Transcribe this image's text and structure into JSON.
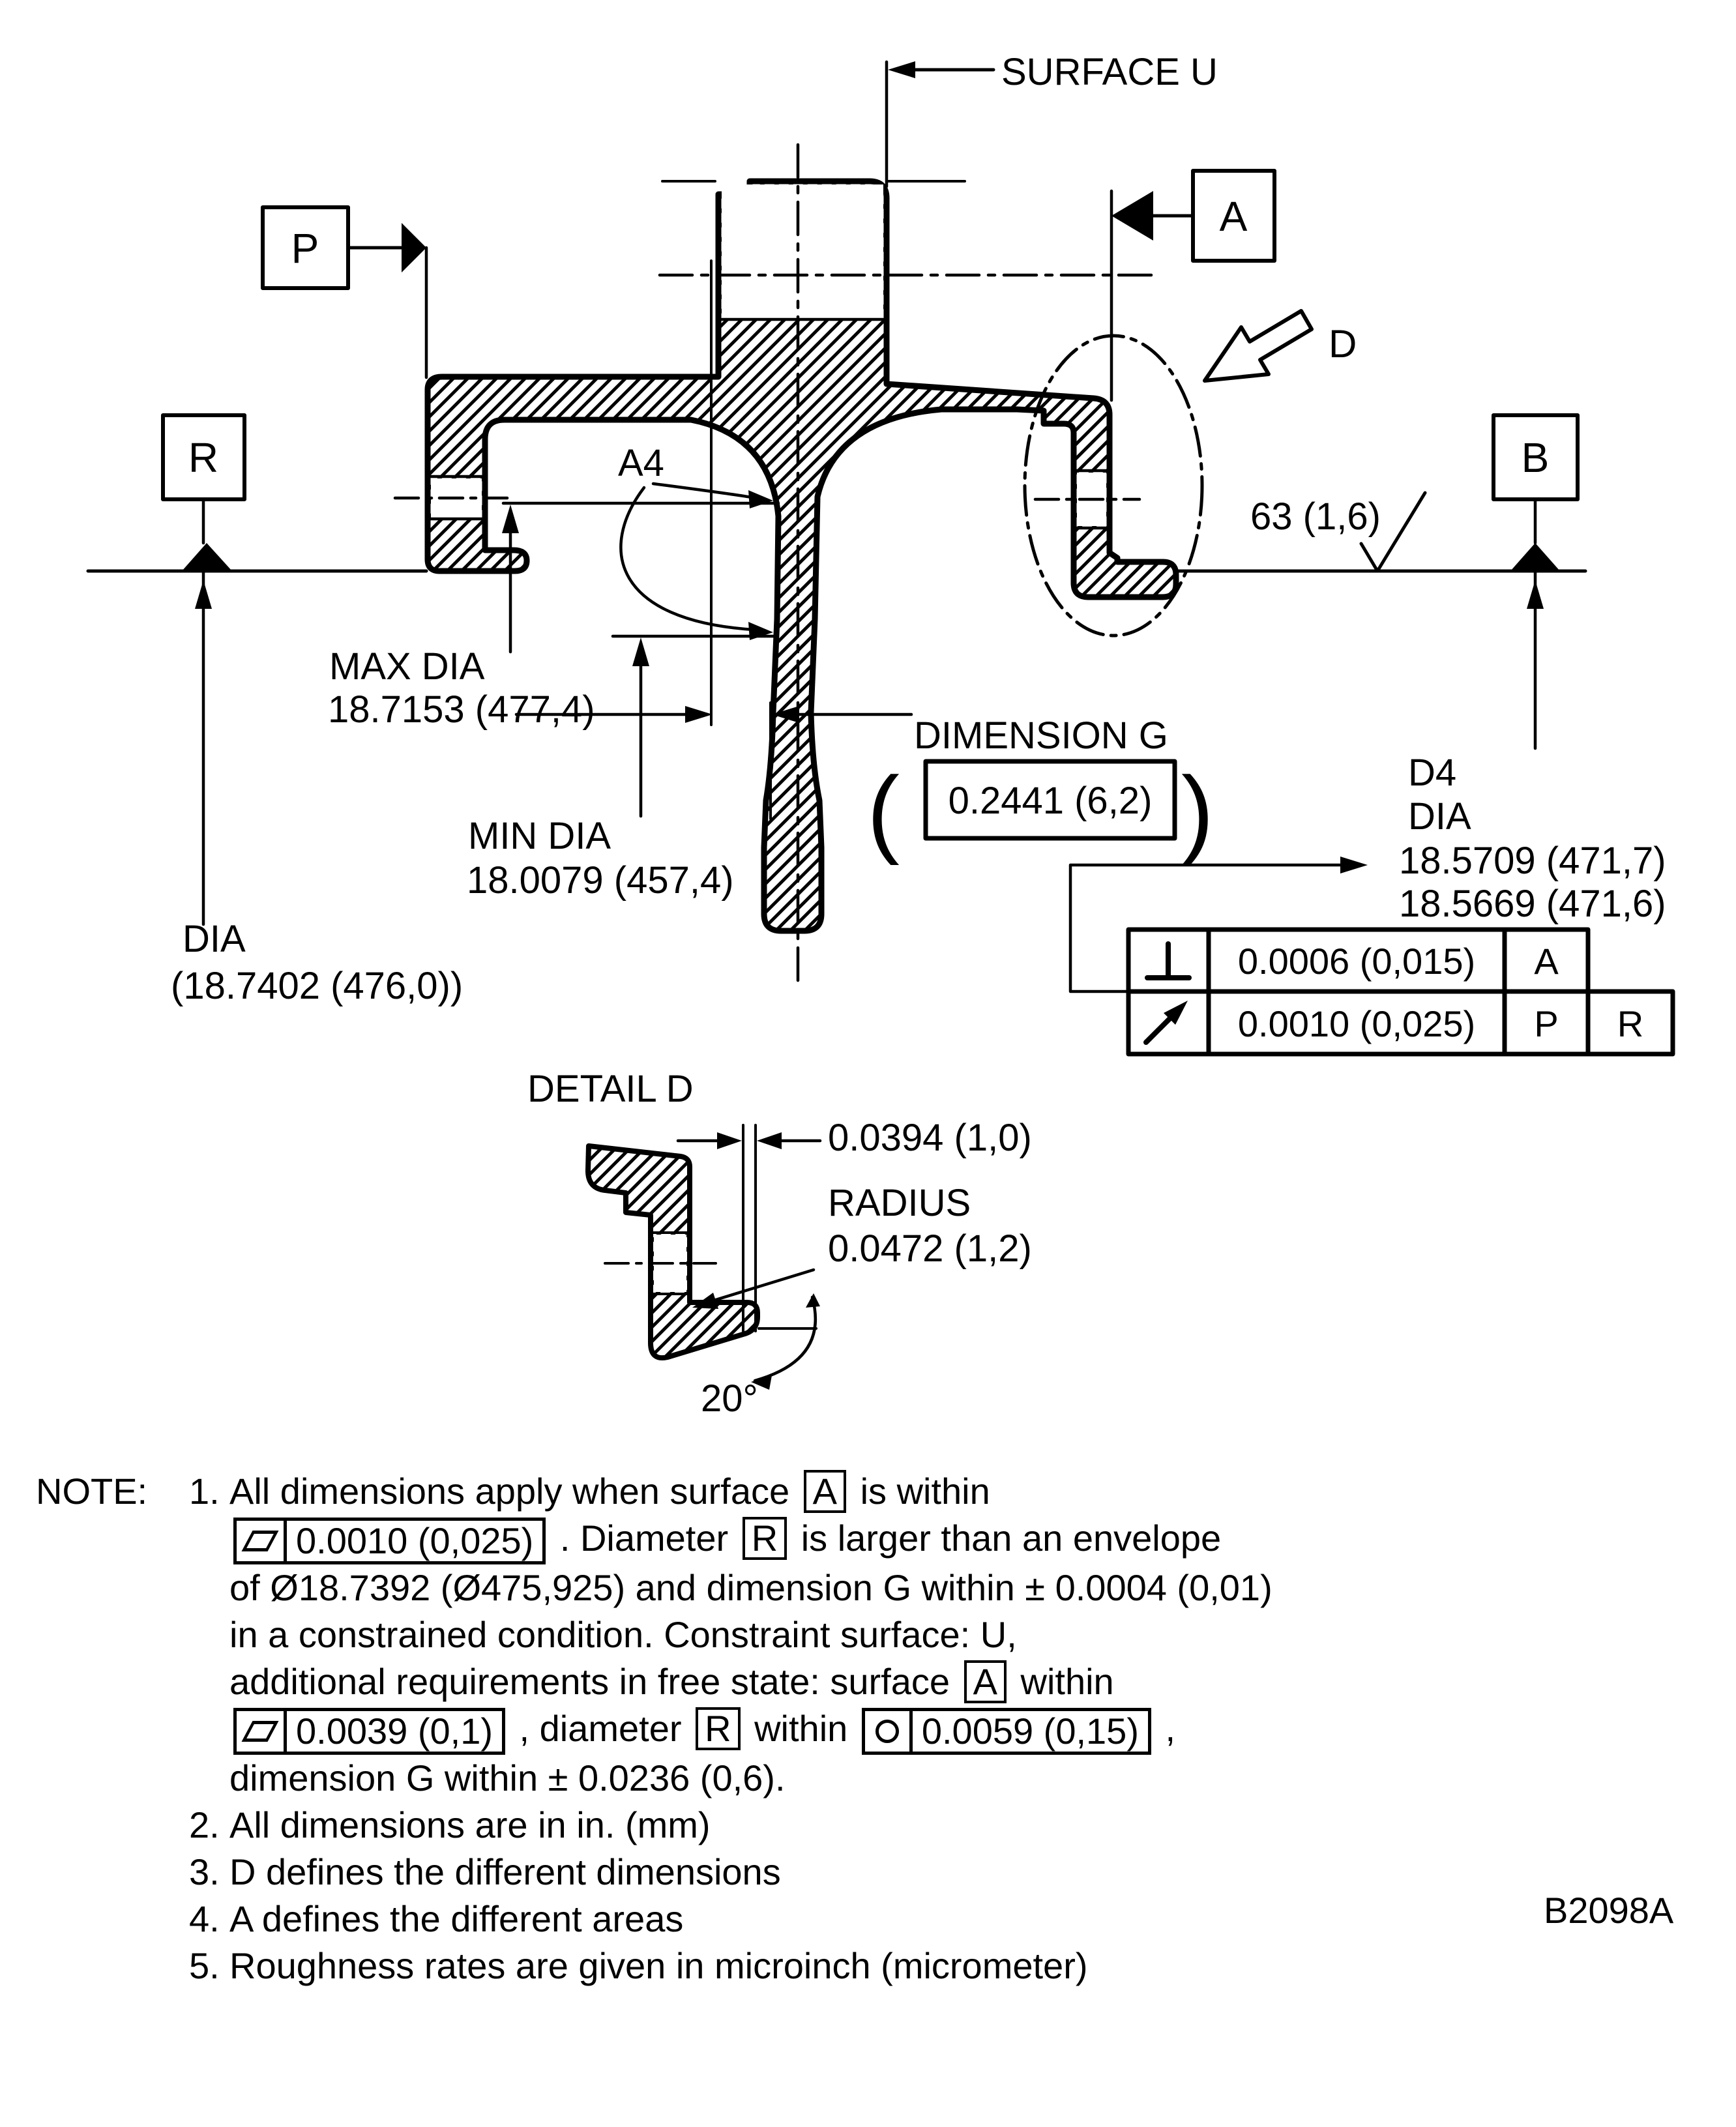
{
  "page": {
    "background": "#ffffff",
    "ink": "#000000"
  },
  "labels": {
    "surface_u": "SURFACE U",
    "d_label": "D",
    "a4_label": "A4",
    "surface_finish": "63 (1,6)",
    "max_dia_label": "MAX DIA",
    "max_dia_value": "18.7153 (477,4)",
    "min_dia_label": "MIN DIA",
    "min_dia_value": "18.0079 (457,4)",
    "dia_label": "DIA",
    "dia_value": "(18.7402 (476,0))",
    "dimension_g_label": "DIMENSION G",
    "dimension_g_value": "0.2441 (6,2)",
    "paren_open": "(",
    "paren_close": ")",
    "d4_line1": "D4",
    "d4_line2": "DIA",
    "d4_value1": "18.5709 (471,7)",
    "d4_value2": "18.5669 (471,6)",
    "detail_d_title": "DETAIL D",
    "offset_value": "0.0394 (1,0)",
    "radius_label": "RADIUS",
    "radius_value": "0.0472 (1,2)",
    "angle_value": "20°"
  },
  "datums": {
    "p": "P",
    "r": "R",
    "a": "A",
    "b": "B"
  },
  "fcf_table": {
    "rows": [
      {
        "symbol": "perpendicularity",
        "value": "0.0006 (0,015)",
        "datums": [
          "A"
        ]
      },
      {
        "symbol": "circular-runout",
        "value": "0.0010 (0,025)",
        "datums": [
          "P",
          "R"
        ]
      }
    ]
  },
  "notes": {
    "label": "NOTE:",
    "items": [
      {
        "num": "1.",
        "lines": [
          [
            {
              "t": "All dimensions apply when surface "
            },
            {
              "letter": "A"
            },
            {
              "t": " is within"
            }
          ],
          [
            {
              "fcf": {
                "sym": "flatness",
                "val": "0.0010 (0,025)"
              }
            },
            {
              "t": " . Diameter "
            },
            {
              "letter": "R"
            },
            {
              "t": " is larger than an envelope"
            }
          ],
          [
            {
              "t": "of Ø18.7392 (Ø475,925) and dimension G within ± 0.0004 (0,01)"
            }
          ],
          [
            {
              "t": "in a constrained condition. Constraint surface: U,"
            }
          ],
          [
            {
              "t": "additional requirements in free state: surface "
            },
            {
              "letter": "A"
            },
            {
              "t": " within"
            }
          ],
          [
            {
              "fcf": {
                "sym": "flatness",
                "val": "0.0039 (0,1)"
              }
            },
            {
              "t": " , diameter "
            },
            {
              "letter": "R"
            },
            {
              "t": " within "
            },
            {
              "fcf": {
                "sym": "circularity",
                "val": "0.0059 (0,15)"
              }
            },
            {
              "t": " ,"
            }
          ],
          [
            {
              "t": "dimension G within ± 0.0236 (0,6)."
            }
          ]
        ]
      },
      {
        "num": "2.",
        "lines": [
          [
            {
              "t": "All dimensions are in in. (mm)"
            }
          ]
        ]
      },
      {
        "num": "3.",
        "lines": [
          [
            {
              "t": "D defines the different dimensions"
            }
          ]
        ]
      },
      {
        "num": "4.",
        "lines": [
          [
            {
              "t": "A defines the different areas"
            }
          ]
        ]
      },
      {
        "num": "5.",
        "lines": [
          [
            {
              "t": "Roughness rates are given in microinch (micrometer)"
            }
          ]
        ]
      }
    ]
  },
  "drawing_number": "B2098A"
}
